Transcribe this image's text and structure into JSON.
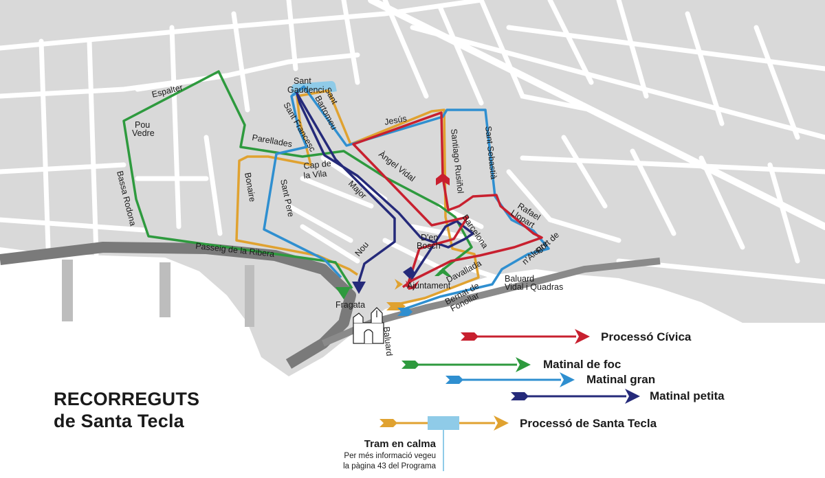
{
  "title": {
    "line1": "RECORREGUTS",
    "line2": "de Santa Tecla"
  },
  "colors": {
    "civica": "#c8202f",
    "foc": "#2e9a3e",
    "gran": "#2f8fd0",
    "petita": "#252a7a",
    "santa_tecla": "#e0a230",
    "calm": "#8fcbe8",
    "block": "#d9d9d9",
    "street": "#ffffff",
    "road": "#7a7a7a",
    "sea": "#ffffff"
  },
  "legend": [
    {
      "route": "civica",
      "label": "Processó Cívica"
    },
    {
      "route": "foc",
      "label": "Matinal de foc"
    },
    {
      "route": "gran",
      "label": "Matinal gran"
    },
    {
      "route": "petita",
      "label": "Matinal petita"
    },
    {
      "route": "santa_tecla",
      "label": "Processó de Santa Tecla"
    }
  ],
  "calm": {
    "title": "Tram en calma",
    "note_line1": "Per més informació vegeu",
    "note_line2": "la pàgina 43 del Programa"
  },
  "streets": {
    "espalter": "Espalter",
    "pou_vedre_1": "Pou",
    "pou_vedre_2": "Vedre",
    "bassa_rodona": "Bassa Rodona",
    "sant_gaudenci_1": "Sant",
    "sant_gaudenci_2": "Gaudenci",
    "sant_francesc": "Sant Francesc",
    "sant_bartomeu_1": "Sant",
    "sant_bartomeu_2": "Bartomeu",
    "jesus": "Jesús",
    "parellades": "Parellades",
    "cap_de_la_vila_1": "Cap de",
    "cap_de_la_vila_2": "la Vila",
    "angel_vidal": "Àngel Vidal",
    "santiago_rusinol": "Santiago Rusiñol",
    "sant_sebastia": "Sant Sebastià",
    "bonaire": "Bonaire",
    "sant_pere": "Sant Pere",
    "major": "Major",
    "rafael_llopart_1": "Rafael",
    "rafael_llopart_2": "Llopart",
    "barcelona": "Barcelona",
    "port_alegre_1": "Port de",
    "port_alegre_2": "n'Alegre",
    "den_bosch_1": "D'en",
    "den_bosch_2": "Bosch",
    "nou": "Nou",
    "passeig_ribera": "Passeig de la Ribera",
    "davallada": "Davallada",
    "ajuntament": "Ajuntament",
    "baluard_vidal_1": "Baluard",
    "baluard_vidal_2": "Vidal i Quadras",
    "bernat_fonollar_1": "Bernat de",
    "bernat_fonollar_2": "Fonollar",
    "fragata": "Fragata",
    "baluard": "Baluard"
  }
}
